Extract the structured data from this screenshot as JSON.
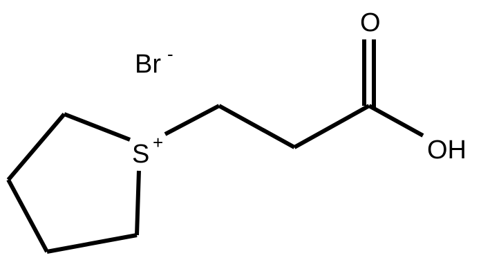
{
  "molecule": {
    "counterion": {
      "symbol": "Br",
      "charge": "-"
    },
    "sulfur": {
      "symbol": "S",
      "charge": "+"
    },
    "carbonyl_oxygen": {
      "symbol": "O"
    },
    "hydroxyl": {
      "symbol": "OH"
    }
  }
}
